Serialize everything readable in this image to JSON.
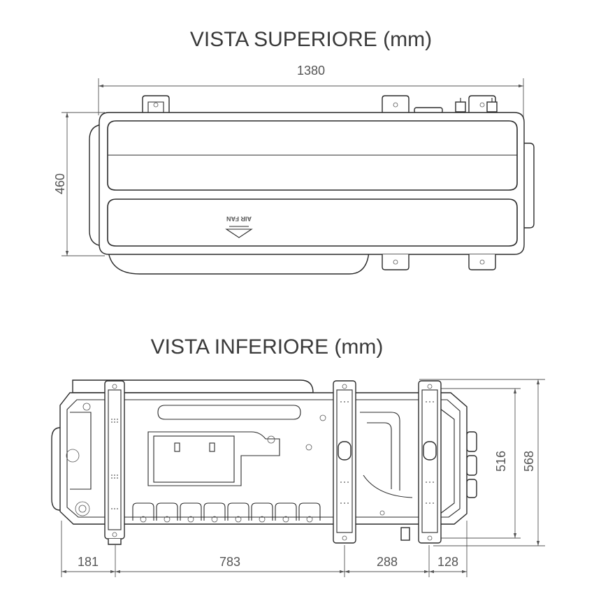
{
  "top_view": {
    "title": "VISTA SUPERIORE (mm)",
    "width_label": "1380",
    "height_label": "460",
    "panel_marking": "AIR FAN"
  },
  "bottom_view": {
    "title": "VISTA INFERIORE (mm)",
    "height_inner_label": "516",
    "height_outer_label": "568",
    "segment_labels": [
      "181",
      "783",
      "288",
      "128"
    ]
  }
}
